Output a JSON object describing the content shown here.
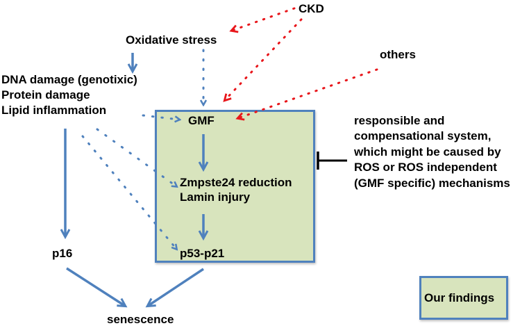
{
  "colors": {
    "box_fill": "#d8e4bd",
    "box_border": "#4f81bd",
    "arrow_blue": "#4f81bd",
    "arrow_red": "#e8161b",
    "inhibit": "#000000"
  },
  "nodes": {
    "ckd": "CKD",
    "oxidative_stress": "Oxidative stress",
    "others": "others",
    "damage_lines": [
      "DNA damage (genotixic)",
      "Protein damage",
      "Lipid inflammation"
    ],
    "gmf": "GMF",
    "zmpste24": "Zmpste24 reduction",
    "lamin": "Lamin injury",
    "p53_p21": "p53-p21",
    "p16": "p16",
    "senescence": "senescence"
  },
  "side_note_lines": [
    "responsible and",
    "compensational system,",
    "which might be caused by",
    "ROS or ROS independent",
    "(GMF specific) mechanisms"
  ],
  "legend": {
    "label": "Our findings"
  },
  "edges": [
    {
      "from": "ckd",
      "to": "oxidative_stress",
      "style": "red-dotted"
    },
    {
      "from": "ckd",
      "to": "gmf",
      "style": "red-dotted"
    },
    {
      "from": "others",
      "to": "gmf",
      "style": "red-dotted"
    },
    {
      "from": "oxidative_stress",
      "to": "damage",
      "style": "blue-solid"
    },
    {
      "from": "oxidative_stress",
      "to": "gmf",
      "style": "blue-dotted"
    },
    {
      "from": "damage",
      "to": "gmf",
      "style": "blue-dotted"
    },
    {
      "from": "damage",
      "to": "zmpste24",
      "style": "blue-dotted"
    },
    {
      "from": "damage",
      "to": "p53_p21",
      "style": "blue-dotted"
    },
    {
      "from": "damage",
      "to": "p16",
      "style": "blue-solid"
    },
    {
      "from": "gmf",
      "to": "zmpste24",
      "style": "blue-solid"
    },
    {
      "from": "lamin",
      "to": "p53_p21",
      "style": "blue-solid"
    },
    {
      "from": "p16",
      "to": "senescence",
      "style": "blue-solid"
    },
    {
      "from": "findings_box",
      "to": "senescence",
      "style": "blue-solid"
    },
    {
      "from": "side_note",
      "to": "findings_box",
      "style": "inhibit"
    }
  ]
}
